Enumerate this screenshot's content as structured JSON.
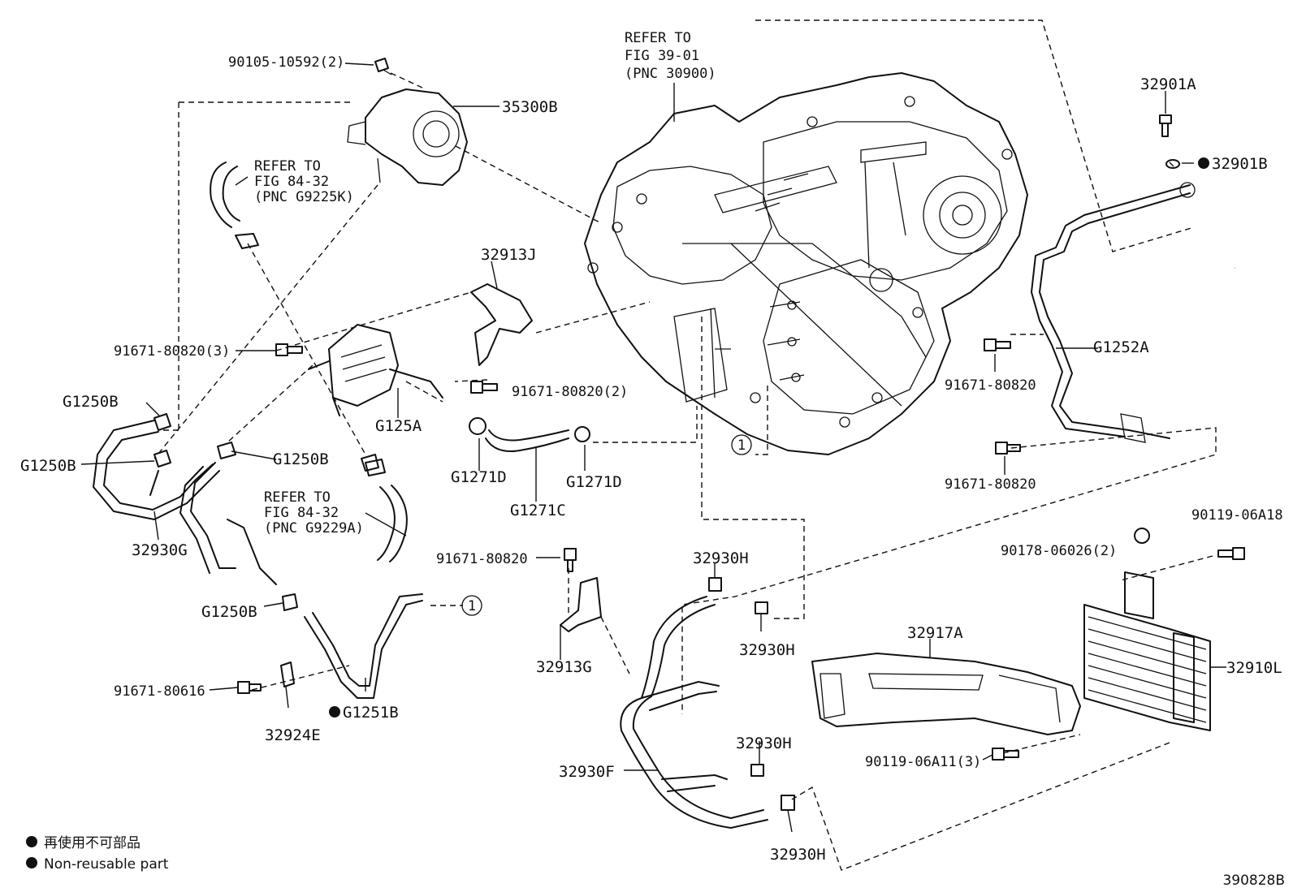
{
  "diagram_id": "390828B",
  "legend": {
    "symbol": "●",
    "japanese": "再使用不可部品",
    "english": "Non-reusable part"
  },
  "callout_marker": "1",
  "refer_notes": {
    "transaxle": [
      "REFER TO",
      "FIG 39-01",
      "(PNC 30900)"
    ],
    "hose_upper": [
      "REFER TO",
      "FIG 84-32",
      "(PNC G9225K)"
    ],
    "hose_lower": [
      "REFER TO",
      "FIG 84-32",
      "(PNC G9229A)"
    ]
  },
  "parts": [
    {
      "id": "p01",
      "text": "90105-10592(2)"
    },
    {
      "id": "p02",
      "text": "35300B"
    },
    {
      "id": "p03",
      "text": "32901A"
    },
    {
      "id": "p04",
      "text": "32901B",
      "non_reusable": true
    },
    {
      "id": "p05",
      "text": "32913J"
    },
    {
      "id": "p06",
      "text": "91671-80820(3)"
    },
    {
      "id": "p07",
      "text": "91671-80820(2)"
    },
    {
      "id": "p08",
      "text": "G1252A"
    },
    {
      "id": "p09",
      "text": "91671-80820"
    },
    {
      "id": "p10",
      "text": "G1250B"
    },
    {
      "id": "p11",
      "text": "G125A"
    },
    {
      "id": "p12",
      "text": "G1250B"
    },
    {
      "id": "p13",
      "text": "G1250B"
    },
    {
      "id": "p14",
      "text": "G1271D"
    },
    {
      "id": "p15",
      "text": "G1271D"
    },
    {
      "id": "p16",
      "text": "G1271C"
    },
    {
      "id": "p17",
      "text": "91671-80820"
    },
    {
      "id": "p18",
      "text": "32930G"
    },
    {
      "id": "p19",
      "text": "90119-06A18"
    },
    {
      "id": "p20",
      "text": "90178-06026(2)"
    },
    {
      "id": "p21",
      "text": "91671-80820"
    },
    {
      "id": "p22",
      "text": "32930H"
    },
    {
      "id": "p23",
      "text": "G1250B"
    },
    {
      "id": "p24",
      "text": "32930H"
    },
    {
      "id": "p25",
      "text": "32917A"
    },
    {
      "id": "p26",
      "text": "32910L"
    },
    {
      "id": "p27",
      "text": "91671-80616"
    },
    {
      "id": "p28",
      "text": "G1251B",
      "non_reusable": true
    },
    {
      "id": "p29",
      "text": "32913G"
    },
    {
      "id": "p30",
      "text": "32924E"
    },
    {
      "id": "p31",
      "text": "32930H"
    },
    {
      "id": "p32",
      "text": "32930F"
    },
    {
      "id": "p33",
      "text": "90119-06A11(3)"
    },
    {
      "id": "p34",
      "text": "32930H"
    }
  ]
}
